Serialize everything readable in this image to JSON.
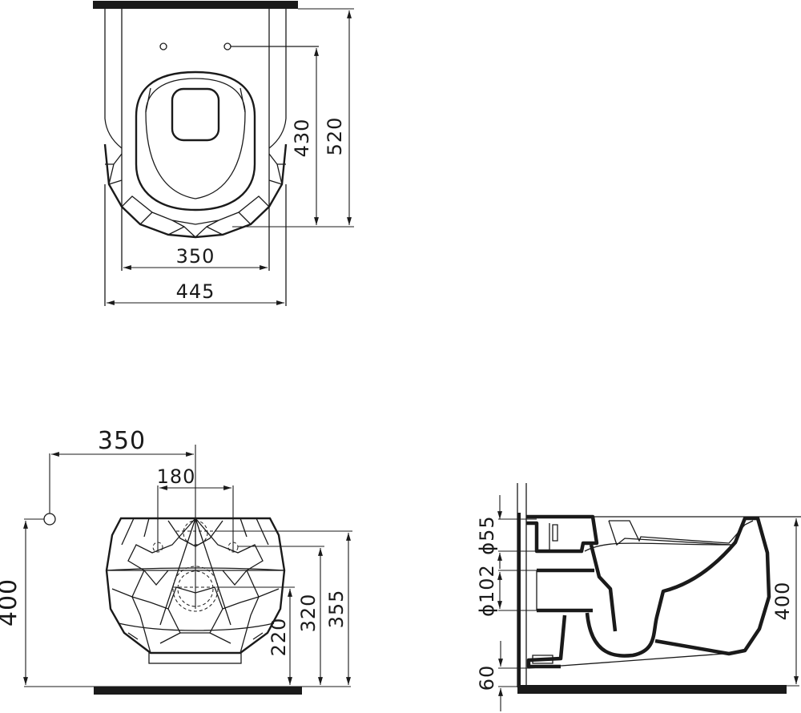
{
  "drawing": {
    "colors": {
      "line": "#1a1a1a",
      "background": "#ffffff"
    },
    "top_view": {
      "dimensions": {
        "width_outer": "445",
        "width_inner": "350",
        "depth_total": "520",
        "depth_fixing": "430"
      }
    },
    "front_view": {
      "dimensions": {
        "supply_offset": "350",
        "fixing_spacing": "180",
        "supply_height": "400",
        "outlet_height": "220",
        "fixing_height": "320",
        "top_height": "355"
      }
    },
    "side_view": {
      "dimensions": {
        "inlet_diameter": "ϕ55",
        "outlet_diameter": "ϕ102",
        "bottom_clearance": "60",
        "rim_height": "400"
      }
    }
  }
}
